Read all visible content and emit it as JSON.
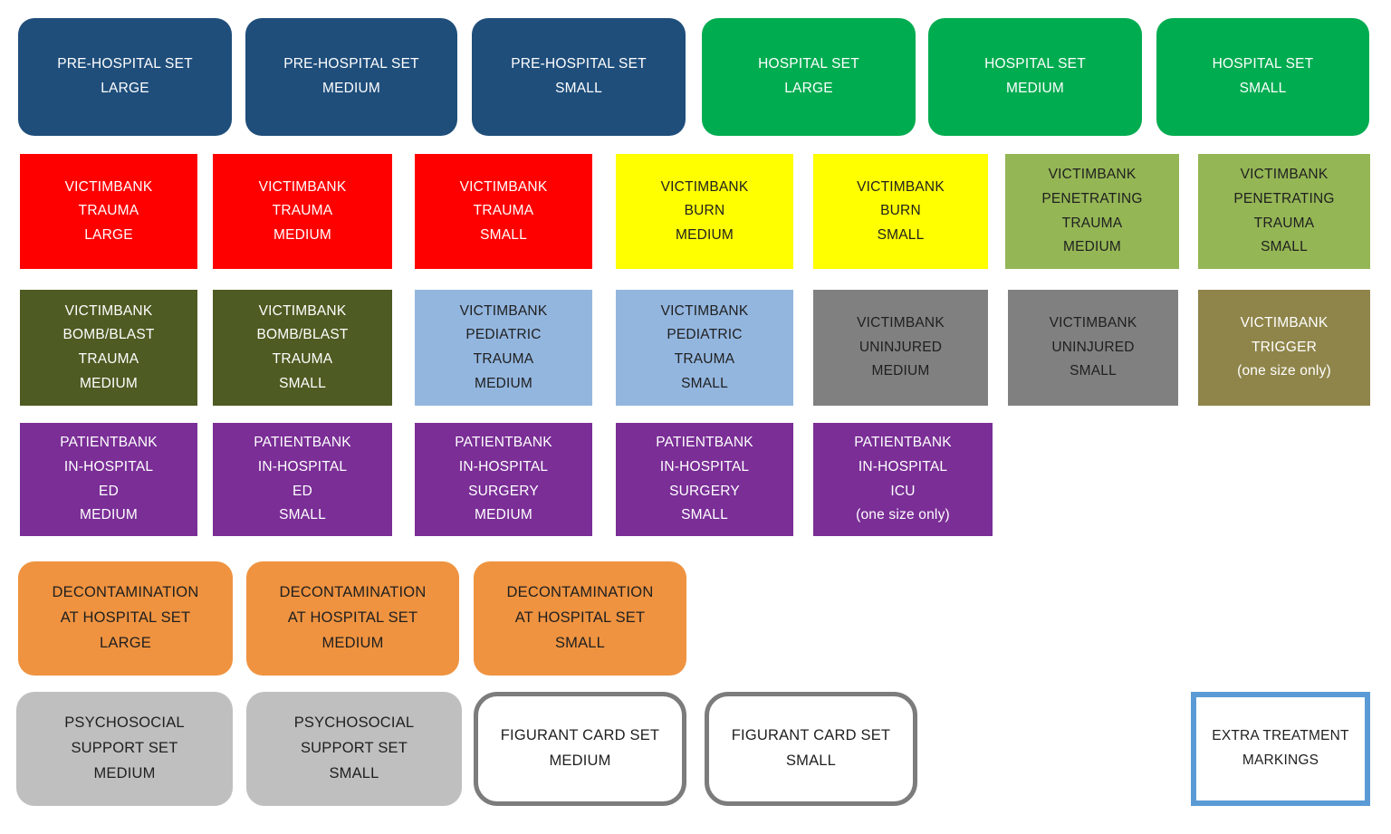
{
  "palette": {
    "pre_hospital_navy": "#1F4E7B",
    "hospital_green": "#00AC50",
    "trauma_red": "#FE0000",
    "burn_yellow": "#FFFF00",
    "penetrating_olive": "#94B655",
    "bomb_blast_darkolive": "#4E5B22",
    "pediatric_lightblue": "#93B6DF",
    "uninjured_gray": "#808080",
    "trigger_khaki": "#8F854A",
    "patientbank_purple": "#7A2E96",
    "decontamination_orange": "#EF9340",
    "psychosocial_gray": "#BFBFBF",
    "figurant_border_gray": "#7C7C7C",
    "extra_markings_border_blue": "#5B9BD5"
  },
  "boxes": [
    {
      "label": "PRE-HOSPITAL SET\nLARGE"
    },
    {
      "label": "PRE-HOSPITAL SET\nMEDIUM"
    },
    {
      "label": "PRE-HOSPITAL SET\nSMALL"
    },
    {
      "label": "HOSPITAL SET\nLARGE"
    },
    {
      "label": "HOSPITAL SET\nMEDIUM"
    },
    {
      "label": "HOSPITAL SET\nSMALL"
    },
    {
      "label": "VICTIMBANK\nTRAUMA\nLARGE"
    },
    {
      "label": "VICTIMBANK\nTRAUMA\nMEDIUM"
    },
    {
      "label": "VICTIMBANK\nTRAUMA\nSMALL"
    },
    {
      "label": "VICTIMBANK\nBURN\nMEDIUM"
    },
    {
      "label": "VICTIMBANK\nBURN\nSMALL"
    },
    {
      "label": "VICTIMBANK\nPENETRATING\nTRAUMA\nMEDIUM"
    },
    {
      "label": "VICTIMBANK\nPENETRATING\nTRAUMA\nSMALL"
    },
    {
      "label": "VICTIMBANK\nBOMB/BLAST\nTRAUMA\nMEDIUM"
    },
    {
      "label": "VICTIMBANK\nBOMB/BLAST\nTRAUMA\nSMALL"
    },
    {
      "label": "VICTIMBANK\nPEDIATRIC\nTRAUMA\nMEDIUM"
    },
    {
      "label": "VICTIMBANK\nPEDIATRIC\nTRAUMA\nSMALL"
    },
    {
      "label": "VICTIMBANK\nUNINJURED\nMEDIUM"
    },
    {
      "label": "VICTIMBANK\nUNINJURED\nSMALL"
    },
    {
      "label": "VICTIMBANK\nTRIGGER\n(one size only)"
    },
    {
      "label": "PATIENTBANK\nIN-HOSPITAL\nED\nMEDIUM"
    },
    {
      "label": "PATIENTBANK\nIN-HOSPITAL\nED\nSMALL"
    },
    {
      "label": "PATIENTBANK\nIN-HOSPITAL\nSURGERY\nMEDIUM"
    },
    {
      "label": "PATIENTBANK\nIN-HOSPITAL\nSURGERY\nSMALL"
    },
    {
      "label": "PATIENTBANK\nIN-HOSPITAL\nICU\n(one size only)"
    },
    {
      "label": "DECONTAMINATION\nAT HOSPITAL SET\nLARGE"
    },
    {
      "label": "DECONTAMINATION\nAT HOSPITAL SET\nMEDIUM"
    },
    {
      "label": "DECONTAMINATION\nAT HOSPITAL SET\nSMALL"
    },
    {
      "label": "PSYCHOSOCIAL\nSUPPORT SET\nMEDIUM"
    },
    {
      "label": "PSYCHOSOCIAL\nSUPPORT SET\nSMALL"
    },
    {
      "label": "FIGURANT CARD SET\nMEDIUM"
    },
    {
      "label": "FIGURANT CARD SET\nSMALL"
    },
    {
      "label": "EXTRA TREATMENT\nMARKINGS"
    }
  ]
}
